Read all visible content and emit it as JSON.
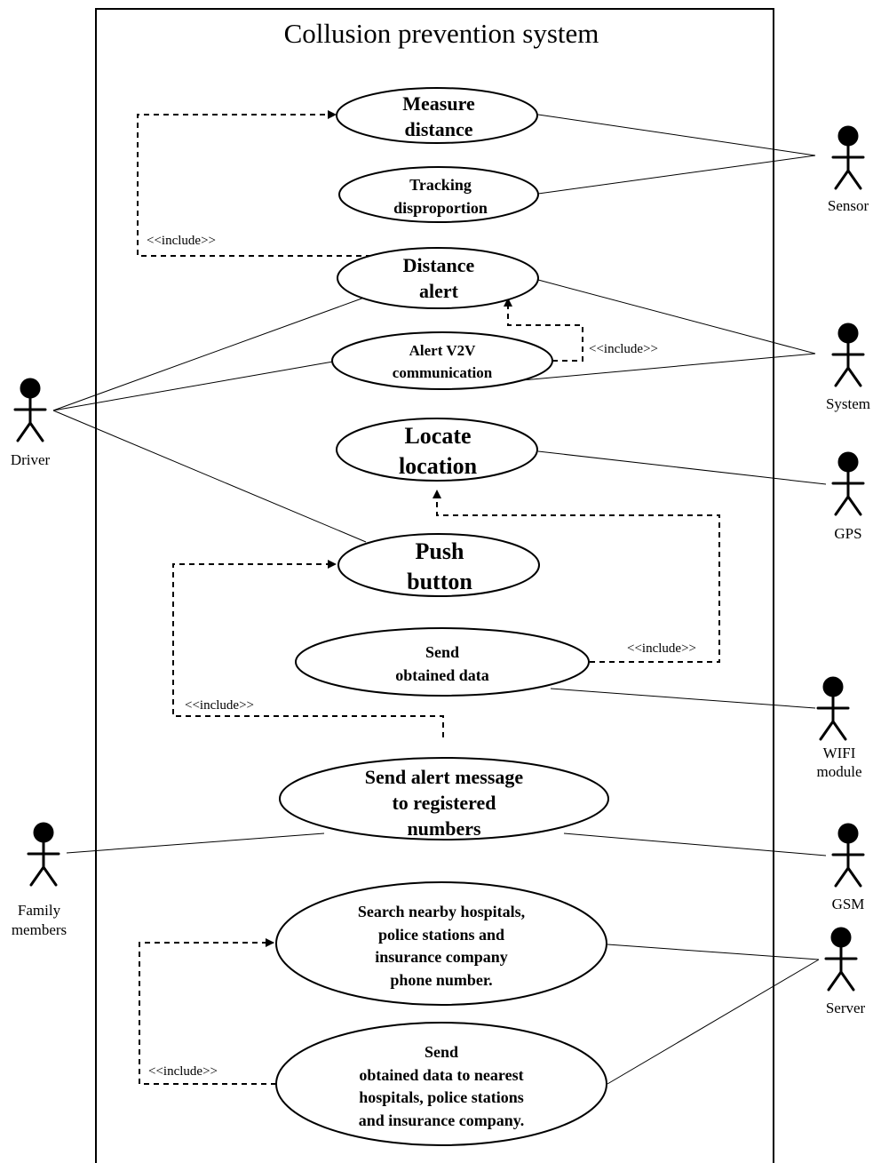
{
  "system": {
    "title": "Collusion prevention system"
  },
  "include_label": "<<include>>",
  "actors": {
    "sensor": "Sensor",
    "system": "System",
    "driver": "Driver",
    "gps": "GPS",
    "wifi_1": "WIFI",
    "wifi_2": "module",
    "family_1": "Family",
    "family_2": "members",
    "gsm": "GSM",
    "server": "Server"
  },
  "use_cases": {
    "measure_distance": [
      "Measure",
      "distance"
    ],
    "tracking": [
      "Tracking",
      "disproportion"
    ],
    "distance_alert": [
      "Distance",
      "alert"
    ],
    "alert_v2v": [
      "Alert V2V",
      "communication"
    ],
    "locate_location": [
      "Locate",
      "location"
    ],
    "push_button": [
      "Push",
      "button"
    ],
    "send_obtained": [
      "Send",
      "obtained data"
    ],
    "send_alert": [
      "Send alert message",
      "to registered",
      "numbers"
    ],
    "search_nearby": [
      "Search nearby hospitals,",
      "police stations and",
      "insurance company",
      "phone number."
    ],
    "send_to_nearest": [
      "Send",
      "obtained data to nearest",
      "hospitals, police stations",
      "and insurance company."
    ]
  }
}
